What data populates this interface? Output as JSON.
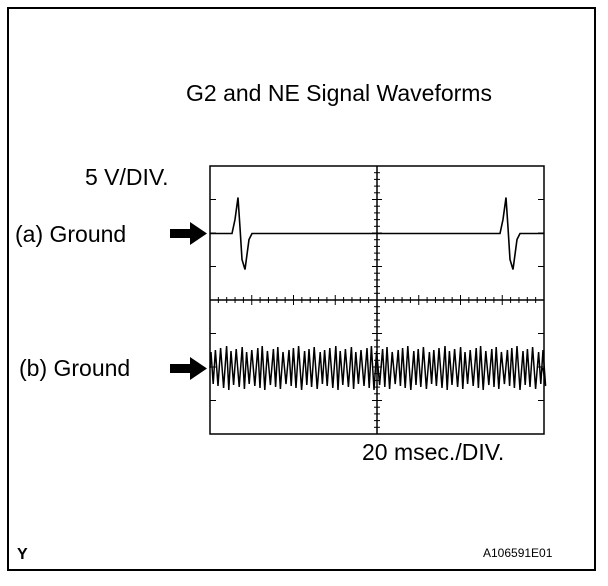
{
  "title": "G2 and NE Signal Waveforms",
  "volt_scale": "5 V/DIV.",
  "time_scale": "20 msec./DIV.",
  "channels": [
    {
      "label": "(a) Ground"
    },
    {
      "label": "(b) Ground"
    }
  ],
  "corner_mark": "Y",
  "figure_id": "A106591E01",
  "colors": {
    "ink": "#000000",
    "paper": "#ffffff"
  },
  "icons": {
    "channel_marker": "arrow-right-icon"
  }
}
